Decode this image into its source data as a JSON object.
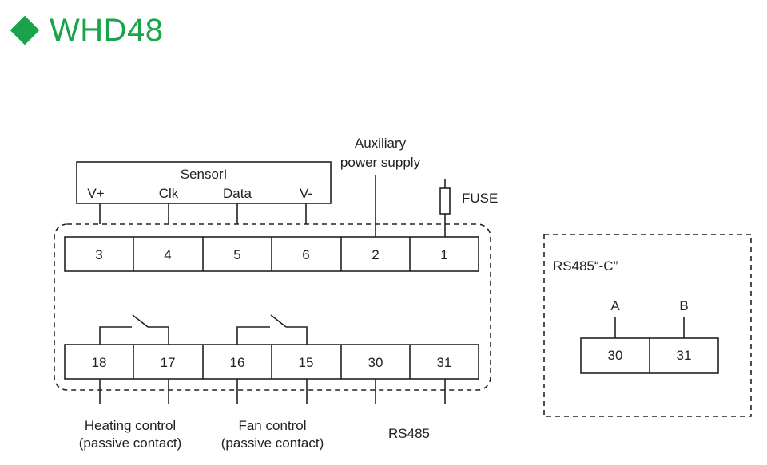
{
  "title": "WHD48",
  "accent_color": "#1aa34a",
  "sensor": {
    "label": "SensorI",
    "pins": [
      "V+",
      "Clk",
      "Data",
      "V-"
    ]
  },
  "aux_label_line1": "Auxiliary",
  "aux_label_line2": "power supply",
  "fuse_label": "FUSE",
  "top_terminals": [
    "3",
    "4",
    "5",
    "6",
    "2",
    "1"
  ],
  "bottom_terminals": [
    "18",
    "17",
    "16",
    "15",
    "30",
    "31"
  ],
  "heating_label_line1": "Heating control",
  "heating_label_line2": "(passive contact)",
  "fan_label_line1": "Fan control",
  "fan_label_line2": "(passive contact)",
  "rs485_label": "RS485",
  "module_c": {
    "label": "RS485“-C”",
    "pin_labels": [
      "A",
      "B"
    ],
    "terminals": [
      "30",
      "31"
    ]
  }
}
